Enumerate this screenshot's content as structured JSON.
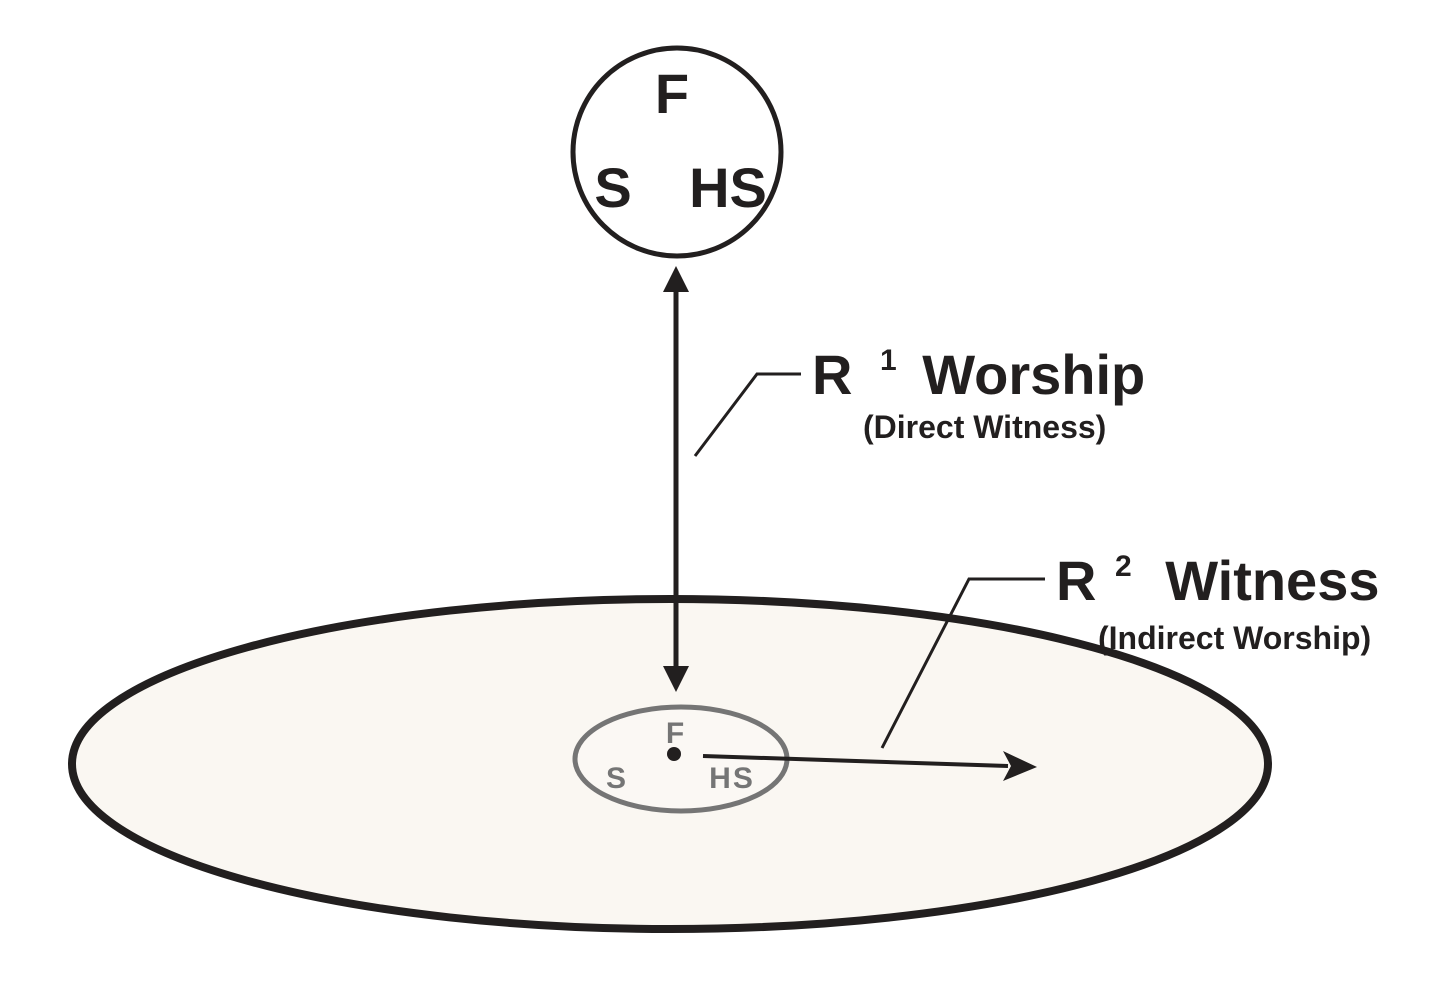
{
  "colors": {
    "ink": "#221F1F",
    "trinity_gray": "#757575",
    "world_fill": "#FAF7F2",
    "background": "#FFFFFF"
  },
  "trinity_circle": {
    "father": "F",
    "son": "S",
    "holy_spirit": "HS"
  },
  "world_ellipse": {
    "trinity": {
      "father": "F",
      "son": "S",
      "holy_spirit": "HS"
    }
  },
  "annotations": {
    "r1": {
      "symbol": "R",
      "superscript": "1",
      "label": "Worship",
      "subtitle": "(Direct Witness)"
    },
    "r2": {
      "symbol": "R",
      "superscript": "2",
      "label": "Witness",
      "subtitle": "(Indirect Worship)"
    }
  }
}
